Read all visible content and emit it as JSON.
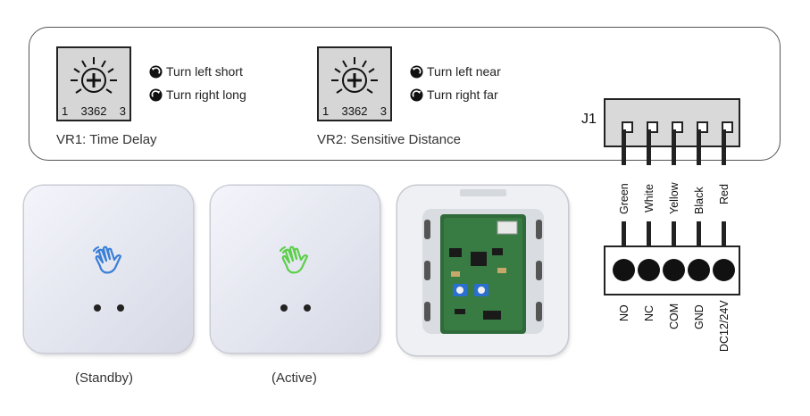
{
  "vr1": {
    "pot_left": "1",
    "pot_model": "3362",
    "pot_right": "3",
    "turn_left": "Turn left short",
    "turn_right": "Turn right long",
    "title": "VR1: Time Delay"
  },
  "vr2": {
    "pot_left": "1",
    "pot_model": "3362",
    "pot_right": "3",
    "turn_left": "Turn left near",
    "turn_right": "Turn right far",
    "title": "VR2: Sensitive Distance"
  },
  "connector": {
    "label": "J1",
    "wires": [
      "Green",
      "White",
      "Yellow",
      "Black",
      "Red"
    ],
    "terminals": [
      "NO",
      "NC",
      "COM",
      "GND",
      "DC12/24V"
    ]
  },
  "devices": {
    "standby_caption": "(Standby)",
    "active_caption": "(Active)",
    "standby_icon_color": "#3a7fd6",
    "active_icon_color": "#5ccf4a"
  },
  "icons": {
    "turn_left": "counterclockwise-arrow-icon",
    "turn_right": "clockwise-arrow-icon",
    "pot": "potentiometer-adjust-icon",
    "hand": "wave-hand-icon"
  }
}
